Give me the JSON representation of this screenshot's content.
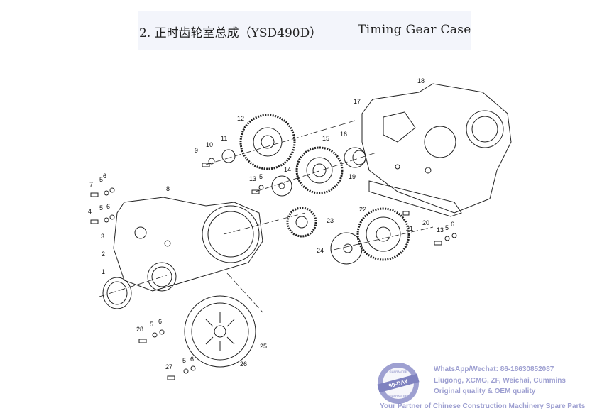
{
  "header": {
    "title_cn": "2. 正时齿轮室总成（YSD490D）",
    "title_en": "Timing Gear Case Assembly"
  },
  "callouts": [
    "18",
    "17",
    "12",
    "16",
    "15",
    "11",
    "10",
    "9",
    "14",
    "19",
    "13",
    "5",
    "6",
    "5",
    "7",
    "8",
    "4",
    "5",
    "6",
    "3",
    "23",
    "22",
    "21",
    "20",
    "13",
    "5",
    "6",
    "24",
    "2",
    "1",
    "28",
    "5",
    "6",
    "25",
    "26",
    "27",
    "5",
    "6"
  ],
  "watermark": {
    "badge_top": "GUARANTEE",
    "badge_main": "90-DAY",
    "badge_bottom": "GUARANTEE",
    "line1": "WhatsApp/Wechat: 86-18630852087",
    "line2": "Liugong, XCMG, ZF, Weichai, Cummins",
    "line3": "Original quality & OEM quality",
    "line4": "Your Partner of Chinese Construction Machinery Spare Parts",
    "color": "#8d8fc9"
  }
}
